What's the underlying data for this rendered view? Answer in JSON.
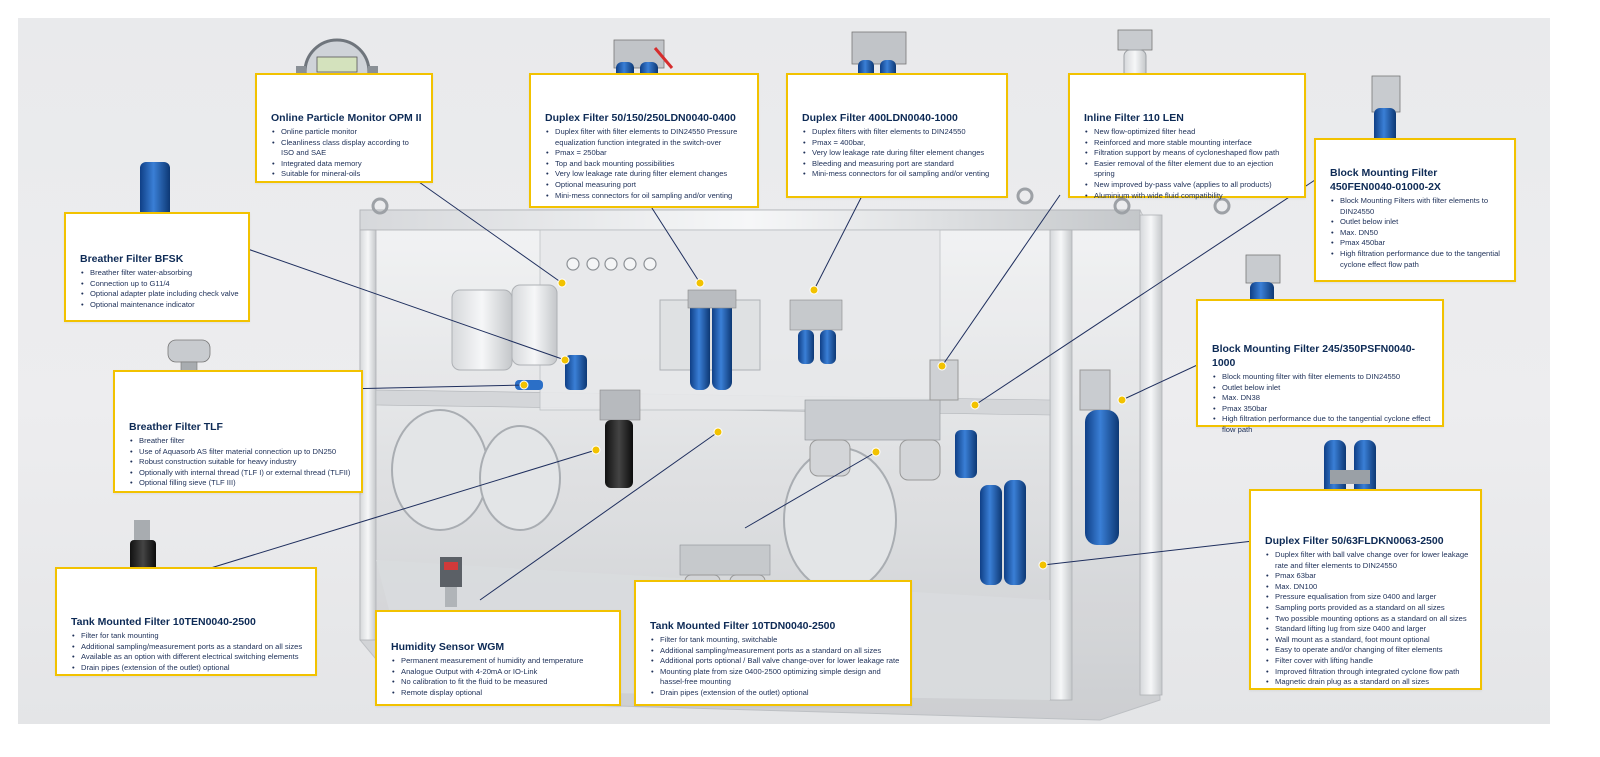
{
  "cards": [
    {
      "id": "opm",
      "title": "Online Particle Monitor OPM II",
      "items": [
        "Online particle monitor",
        "Cleanliness class display according to ISO and SAE",
        "Integrated data memory",
        "Suitable for mineral-oils"
      ]
    },
    {
      "id": "duplex50",
      "title": "Duplex Filter 50/150/250LDN0040-0400",
      "items": [
        "Duplex filter with filter elements to DIN24550 Pressure equalization function integrated in the switch-over",
        "Pmax = 250bar",
        "Top and back mounting possibilities",
        "Very low leakage rate during filter element changes",
        "Optional measuring port",
        "Mini-mess connectors for oil sampling and/or venting"
      ]
    },
    {
      "id": "duplex400",
      "title": "Duplex Filter 400LDN0040-1000",
      "items": [
        "Duplex filters with filter elements to DIN24550",
        "Pmax = 400bar,",
        "Very low leakage rate during filter element changes",
        "Bleeding and measuring port are standard",
        "Mini-mess connectors for oil sampling and/or venting"
      ]
    },
    {
      "id": "inline",
      "title": "Inline Filter 110 LEN",
      "items": [
        "New flow-optimized filter head",
        "Reinforced and more stable mounting interface",
        "Filtration support by means of cycloneshaped flow path",
        "Easier removal of the filter element due to an ejection spring",
        "New improved by-pass valve (applies to all products)",
        "Aluminium with wide fluid compatibility"
      ]
    },
    {
      "id": "block450",
      "title": "Block Mounting Filter 450FEN0040-01000-2X",
      "items": [
        "Block Mounting Filters with filter elements to DIN24550",
        "Outlet below inlet",
        "Max. DN50",
        "Pmax 450bar",
        "High filtration performance due to the tangential cyclone effect flow path"
      ]
    },
    {
      "id": "bfsk",
      "title": "Breather Filter BFSK",
      "items": [
        "Breather filter water-absorbing",
        "Connection up to G11/4",
        "Optional adapter plate including check valve",
        "Optional maintenance indicator"
      ]
    },
    {
      "id": "block245",
      "title": "Block Mounting Filter 245/350PSFN0040-1000",
      "items": [
        "Block mounting filter with filter elements to DIN24550",
        "Outlet below inlet",
        "Max. DN38",
        "Pmax 350bar",
        "High filtration performance due to the tangential cyclone effect flow path"
      ]
    },
    {
      "id": "tlf",
      "title": "Breather Filter TLF",
      "items": [
        "Breather filter",
        "Use of Aquasorb AS filter material connection up to DN250",
        "Robust construction suitable for heavy industry",
        "Optionally with internal thread (TLF I) or external thread (TLFII)",
        "Optional filling sieve (TLF III)"
      ]
    },
    {
      "id": "duplex63",
      "title": "Duplex Filter 50/63FLDKN0063-2500",
      "items": [
        "Duplex filter with ball valve change over for lower leakage rate and filter elements to DIN24550",
        "Pmax 63bar",
        "Max. DN100",
        "Pressure equalisation from size 0400 and larger",
        "Sampling ports provided as a standard on all sizes",
        "Two possible mounting options as a standard on all sizes",
        "Standard lifting lug from size 0400 and larger",
        "Wall mount as a standard, foot mount optional",
        "Easy to operate and/or changing of filter elements",
        "Filter cover with lifting handle",
        "Improved filtration through integrated cyclone flow path",
        "Magnetic drain plug as a standard on all sizes"
      ]
    },
    {
      "id": "tank10ten",
      "title": "Tank Mounted Filter 10TEN0040-2500",
      "items": [
        "Filter for tank mounting",
        "Additional sampling/measurement ports as a standard on all sizes",
        "Available as an option with different electrical switching elements",
        "Drain pipes (extension of the outlet) optional"
      ]
    },
    {
      "id": "wgm",
      "title": "Humidity Sensor WGM",
      "items": [
        "Permanent measurement of humidity and temperature",
        "Analogue Output with 4-20mA or IO-Link",
        "No calibration to fit the fluid to be measured",
        "Remote display optional"
      ]
    },
    {
      "id": "tank10tdn",
      "title": "Tank Mounted Filter 10TDN0040-2500",
      "items": [
        "Filter for tank mounting, switchable",
        "Additional sampling/measurement ports as a standard on all sizes",
        "Additional ports optional / Ball valve change-over for lower leakage rate",
        "Mounting plate from size 0400-2500 optimizing simple design and hassel-free mounting",
        "Drain pipes (extension of the outlet) optional"
      ]
    }
  ],
  "colors": {
    "accent": "#f2c200",
    "title": "#0d2a55",
    "text": "#1e3058",
    "leader": "#1f2f5e",
    "product_blue": "#1f5fb3"
  },
  "icons": [
    "opm-monitor-icon",
    "duplex-filter-icon",
    "inline-filter-icon",
    "block-filter-icon",
    "breather-filter-icon",
    "tank-filter-icon",
    "humidity-sensor-icon"
  ]
}
